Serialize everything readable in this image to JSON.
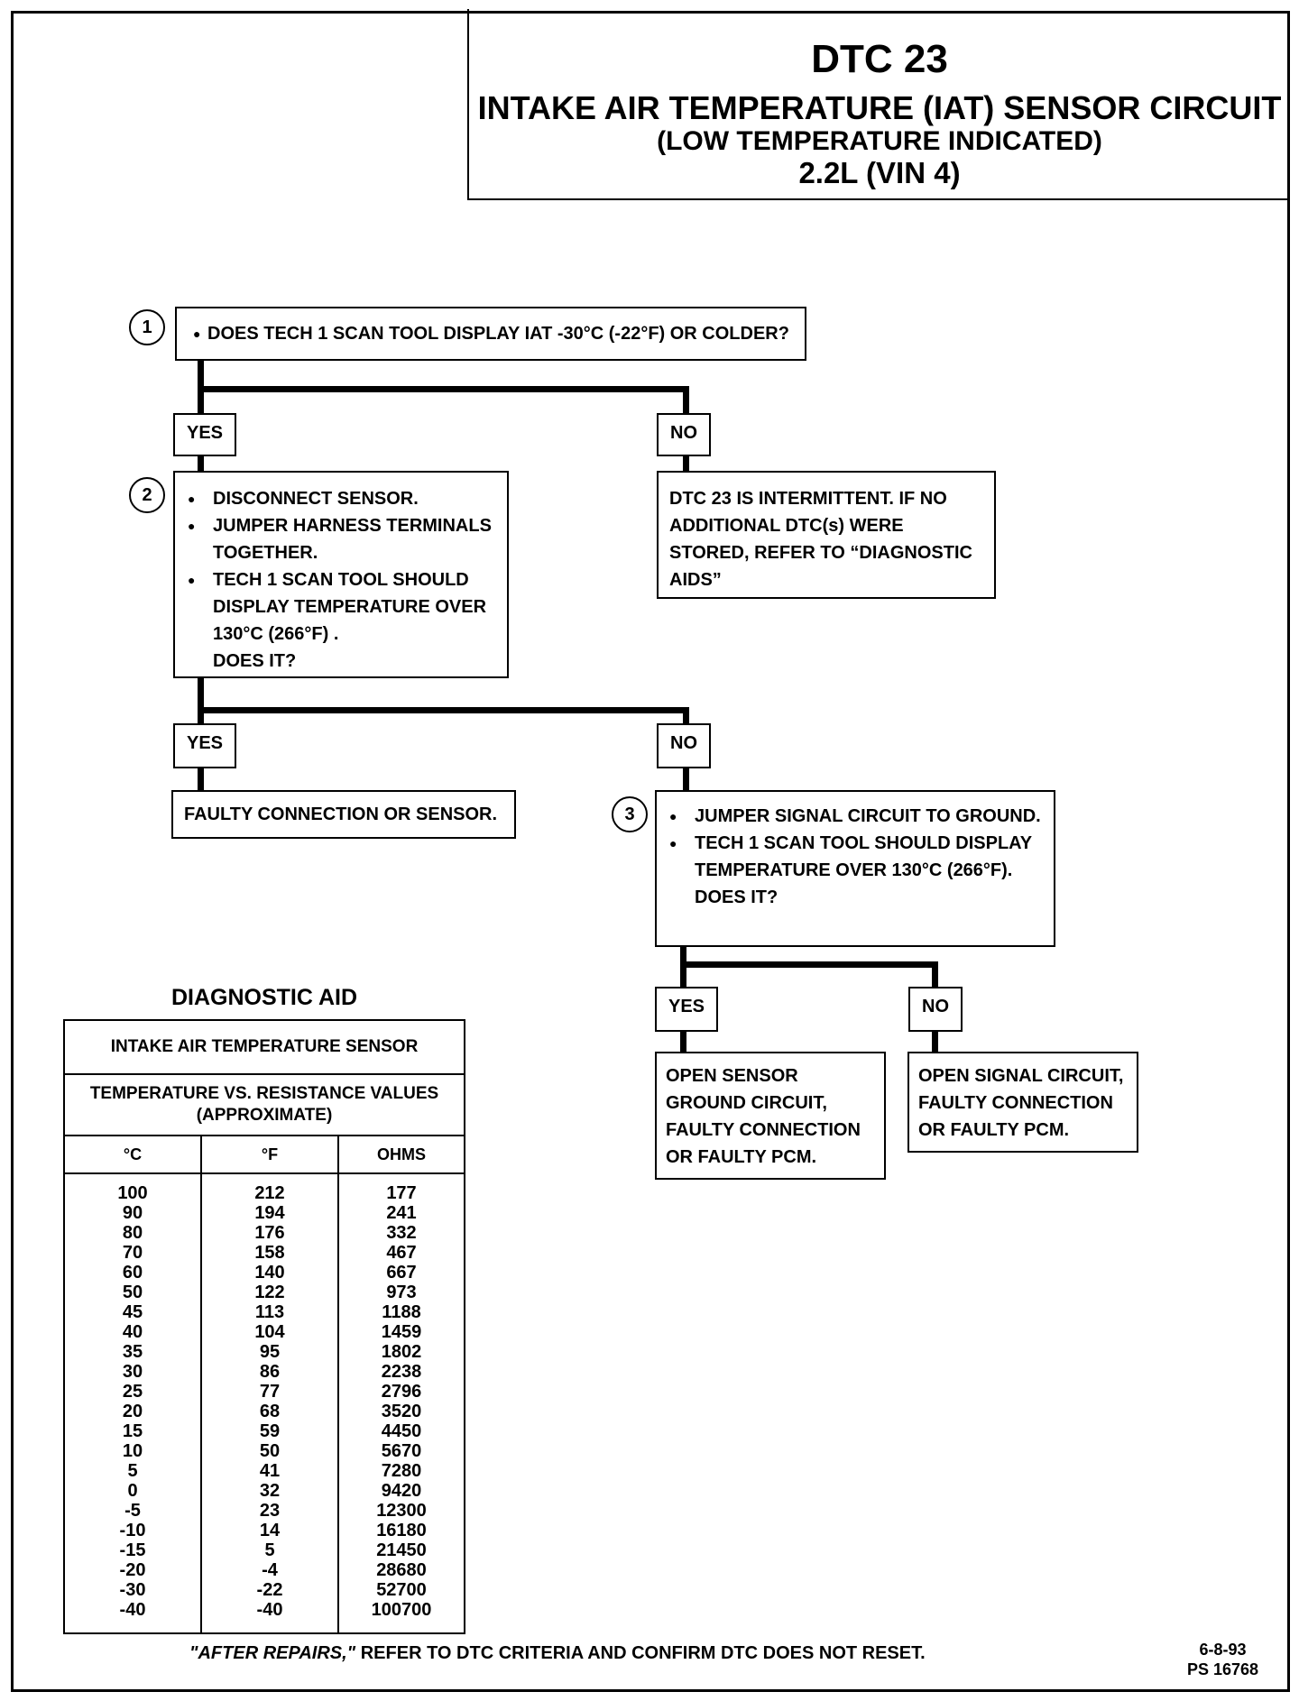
{
  "title": {
    "code": "DTC 23",
    "line1": "INTAKE AIR TEMPERATURE (IAT) SENSOR CIRCUIT",
    "line2": "(LOW TEMPERATURE INDICATED)",
    "line3": "2.2L  (VIN 4)"
  },
  "steps": {
    "step1": {
      "num": "1",
      "items": [
        "DOES TECH 1 SCAN TOOL DISPLAY IAT -30°C (-22°F) OR COLDER?"
      ]
    },
    "step2": {
      "num": "2",
      "items": [
        "DISCONNECT SENSOR.",
        "JUMPER HARNESS TERMINALS TOGETHER.",
        "TECH 1 SCAN TOOL SHOULD DISPLAY TEMPERATURE OVER 130°C (266°F) .\nDOES IT?"
      ]
    },
    "step3": {
      "num": "3",
      "items": [
        "JUMPER SIGNAL CIRCUIT TO GROUND.",
        "TECH 1 SCAN TOOL SHOULD DISPLAY TEMPERATURE OVER 130°C (266°F).\nDOES IT?"
      ]
    }
  },
  "labels": {
    "yes": "YES",
    "no": "NO"
  },
  "results": {
    "intermittent": "DTC 23 IS INTERMITTENT.  IF NO ADDITIONAL DTC(s) WERE STORED, REFER TO  “DIAGNOSTIC AIDS”",
    "faulty_connection": "FAULTY CONNECTION OR SENSOR.",
    "open_ground": "OPEN SENSOR GROUND CIRCUIT, FAULTY CONNECTION OR FAULTY PCM.",
    "open_signal": "OPEN SIGNAL CIRCUIT, FAULTY CONNECTION OR FAULTY PCM."
  },
  "diagnostic_aid": {
    "title": "DIAGNOSTIC AID",
    "header1": "INTAKE AIR TEMPERATURE SENSOR",
    "header2": "TEMPERATURE VS. RESISTANCE VALUES\n(APPROXIMATE)",
    "columns": [
      "°C",
      "°F",
      "OHMS"
    ],
    "celsius": [
      "100",
      "90",
      "80",
      "70",
      "60",
      "50",
      "45",
      "40",
      "35",
      "30",
      "25",
      "20",
      "15",
      "10",
      "5",
      "0",
      "-5",
      "-10",
      "-15",
      "-20",
      "-30",
      "-40"
    ],
    "fahrenheit": [
      "212",
      "194",
      "176",
      "158",
      "140",
      "122",
      "113",
      "104",
      "95",
      "86",
      "77",
      "68",
      "59",
      "50",
      "41",
      "32",
      "23",
      "14",
      "5",
      "-4",
      "-22",
      "-40"
    ],
    "ohms": [
      "177",
      "241",
      "332",
      "467",
      "667",
      "973",
      "1188",
      "1459",
      "1802",
      "2238",
      "2796",
      "3520",
      "4450",
      "5670",
      "7280",
      "9420",
      "12300",
      "16180",
      "21450",
      "28680",
      "52700",
      "100700"
    ]
  },
  "footer": {
    "italic": "\"AFTER REPAIRS,\"",
    "rest": " REFER TO DTC CRITERIA  AND CONFIRM DTC DOES NOT RESET.",
    "date": "6-8-93",
    "ps": "PS 16768"
  }
}
